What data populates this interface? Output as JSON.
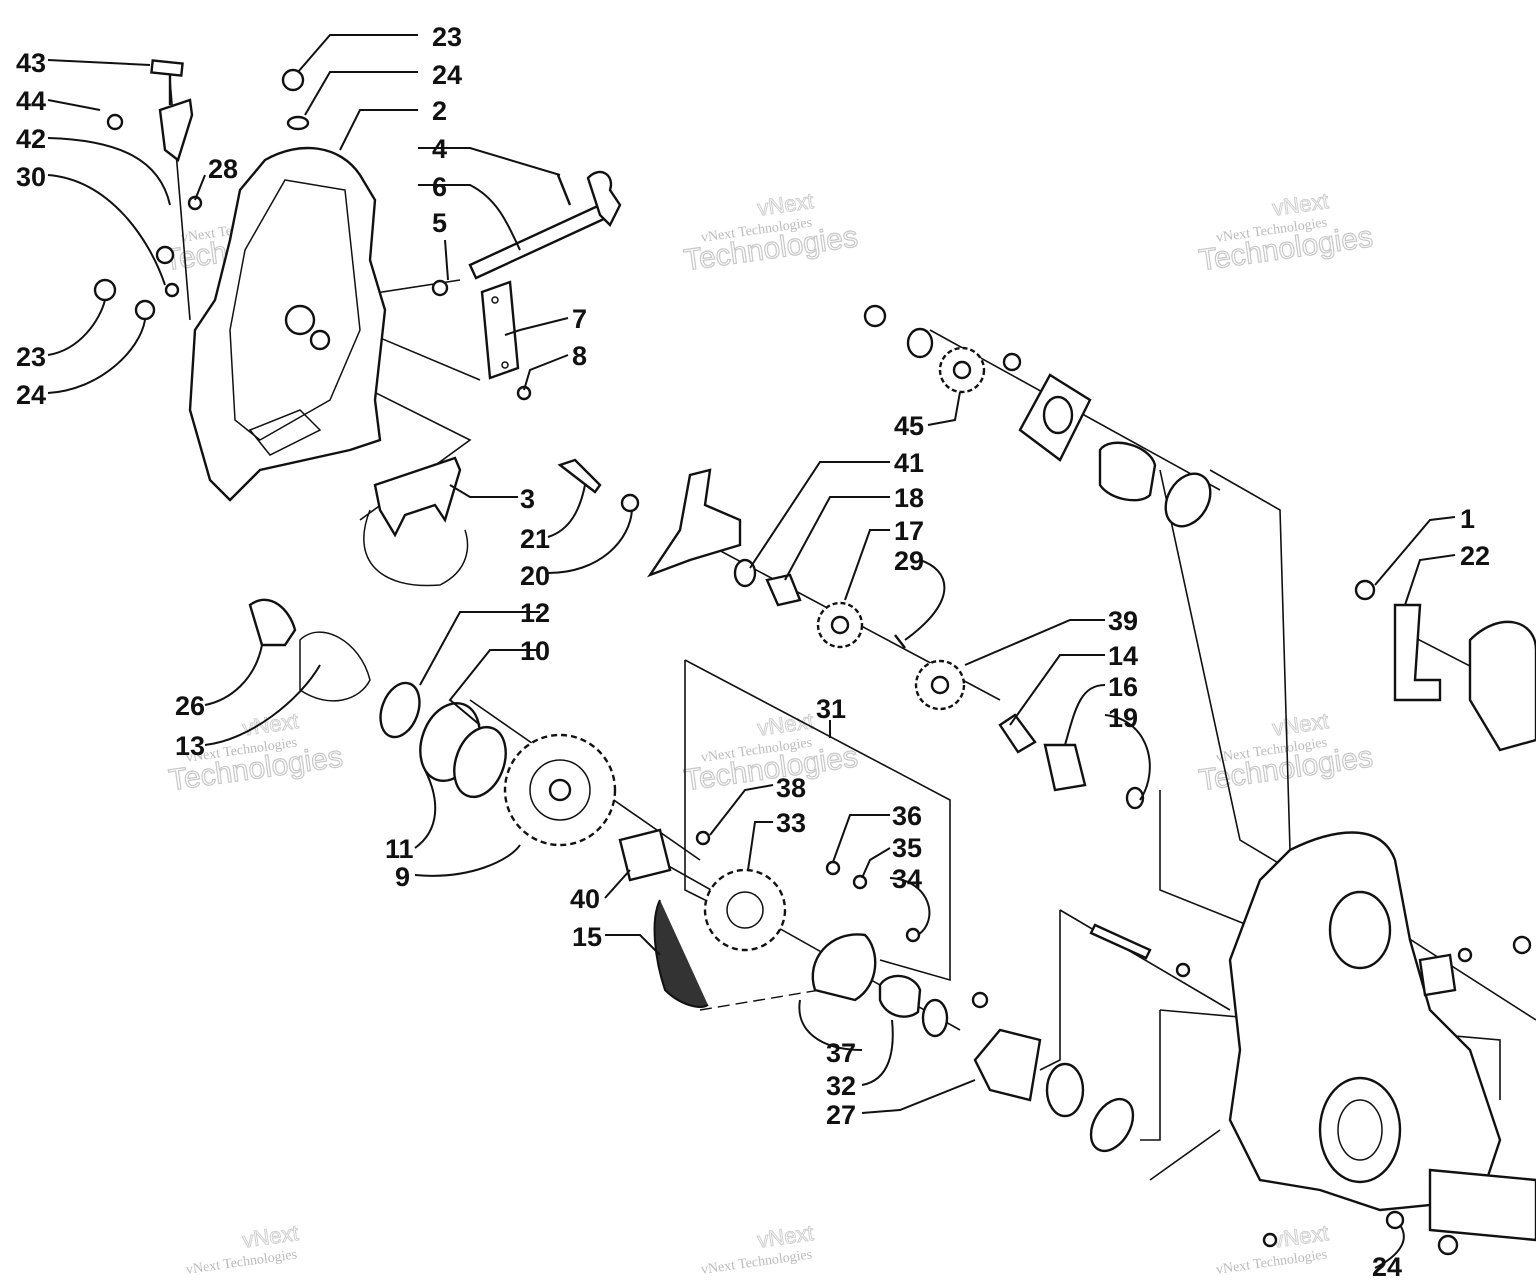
{
  "watermark": {
    "line1": "vNext",
    "line2": "vNext Technologies",
    "line3": "Technologies"
  },
  "callouts": [
    {
      "id": "43",
      "label": "43"
    },
    {
      "id": "44",
      "label": "44"
    },
    {
      "id": "42",
      "label": "42"
    },
    {
      "id": "30",
      "label": "30"
    },
    {
      "id": "28",
      "label": "28"
    },
    {
      "id": "23a",
      "label": "23"
    },
    {
      "id": "24a",
      "label": "24"
    },
    {
      "id": "2",
      "label": "2"
    },
    {
      "id": "4",
      "label": "4"
    },
    {
      "id": "6",
      "label": "6"
    },
    {
      "id": "5",
      "label": "5"
    },
    {
      "id": "7",
      "label": "7"
    },
    {
      "id": "8",
      "label": "8"
    },
    {
      "id": "23b",
      "label": "23"
    },
    {
      "id": "24b",
      "label": "24"
    },
    {
      "id": "3",
      "label": "3"
    },
    {
      "id": "21",
      "label": "21"
    },
    {
      "id": "20",
      "label": "20"
    },
    {
      "id": "41",
      "label": "41"
    },
    {
      "id": "18",
      "label": "18"
    },
    {
      "id": "17",
      "label": "17"
    },
    {
      "id": "29",
      "label": "29"
    },
    {
      "id": "45",
      "label": "45"
    },
    {
      "id": "1",
      "label": "1"
    },
    {
      "id": "22",
      "label": "22"
    },
    {
      "id": "12",
      "label": "12"
    },
    {
      "id": "10",
      "label": "10"
    },
    {
      "id": "26",
      "label": "26"
    },
    {
      "id": "13",
      "label": "13"
    },
    {
      "id": "11",
      "label": "11"
    },
    {
      "id": "9",
      "label": "9"
    },
    {
      "id": "39",
      "label": "39"
    },
    {
      "id": "14",
      "label": "14"
    },
    {
      "id": "16",
      "label": "16"
    },
    {
      "id": "19",
      "label": "19"
    },
    {
      "id": "31",
      "label": "31"
    },
    {
      "id": "38",
      "label": "38"
    },
    {
      "id": "33",
      "label": "33"
    },
    {
      "id": "36",
      "label": "36"
    },
    {
      "id": "35",
      "label": "35"
    },
    {
      "id": "34",
      "label": "34"
    },
    {
      "id": "40",
      "label": "40"
    },
    {
      "id": "15",
      "label": "15"
    },
    {
      "id": "37",
      "label": "37"
    },
    {
      "id": "32",
      "label": "32"
    },
    {
      "id": "27",
      "label": "27"
    },
    {
      "id": "24c",
      "label": "24"
    }
  ]
}
